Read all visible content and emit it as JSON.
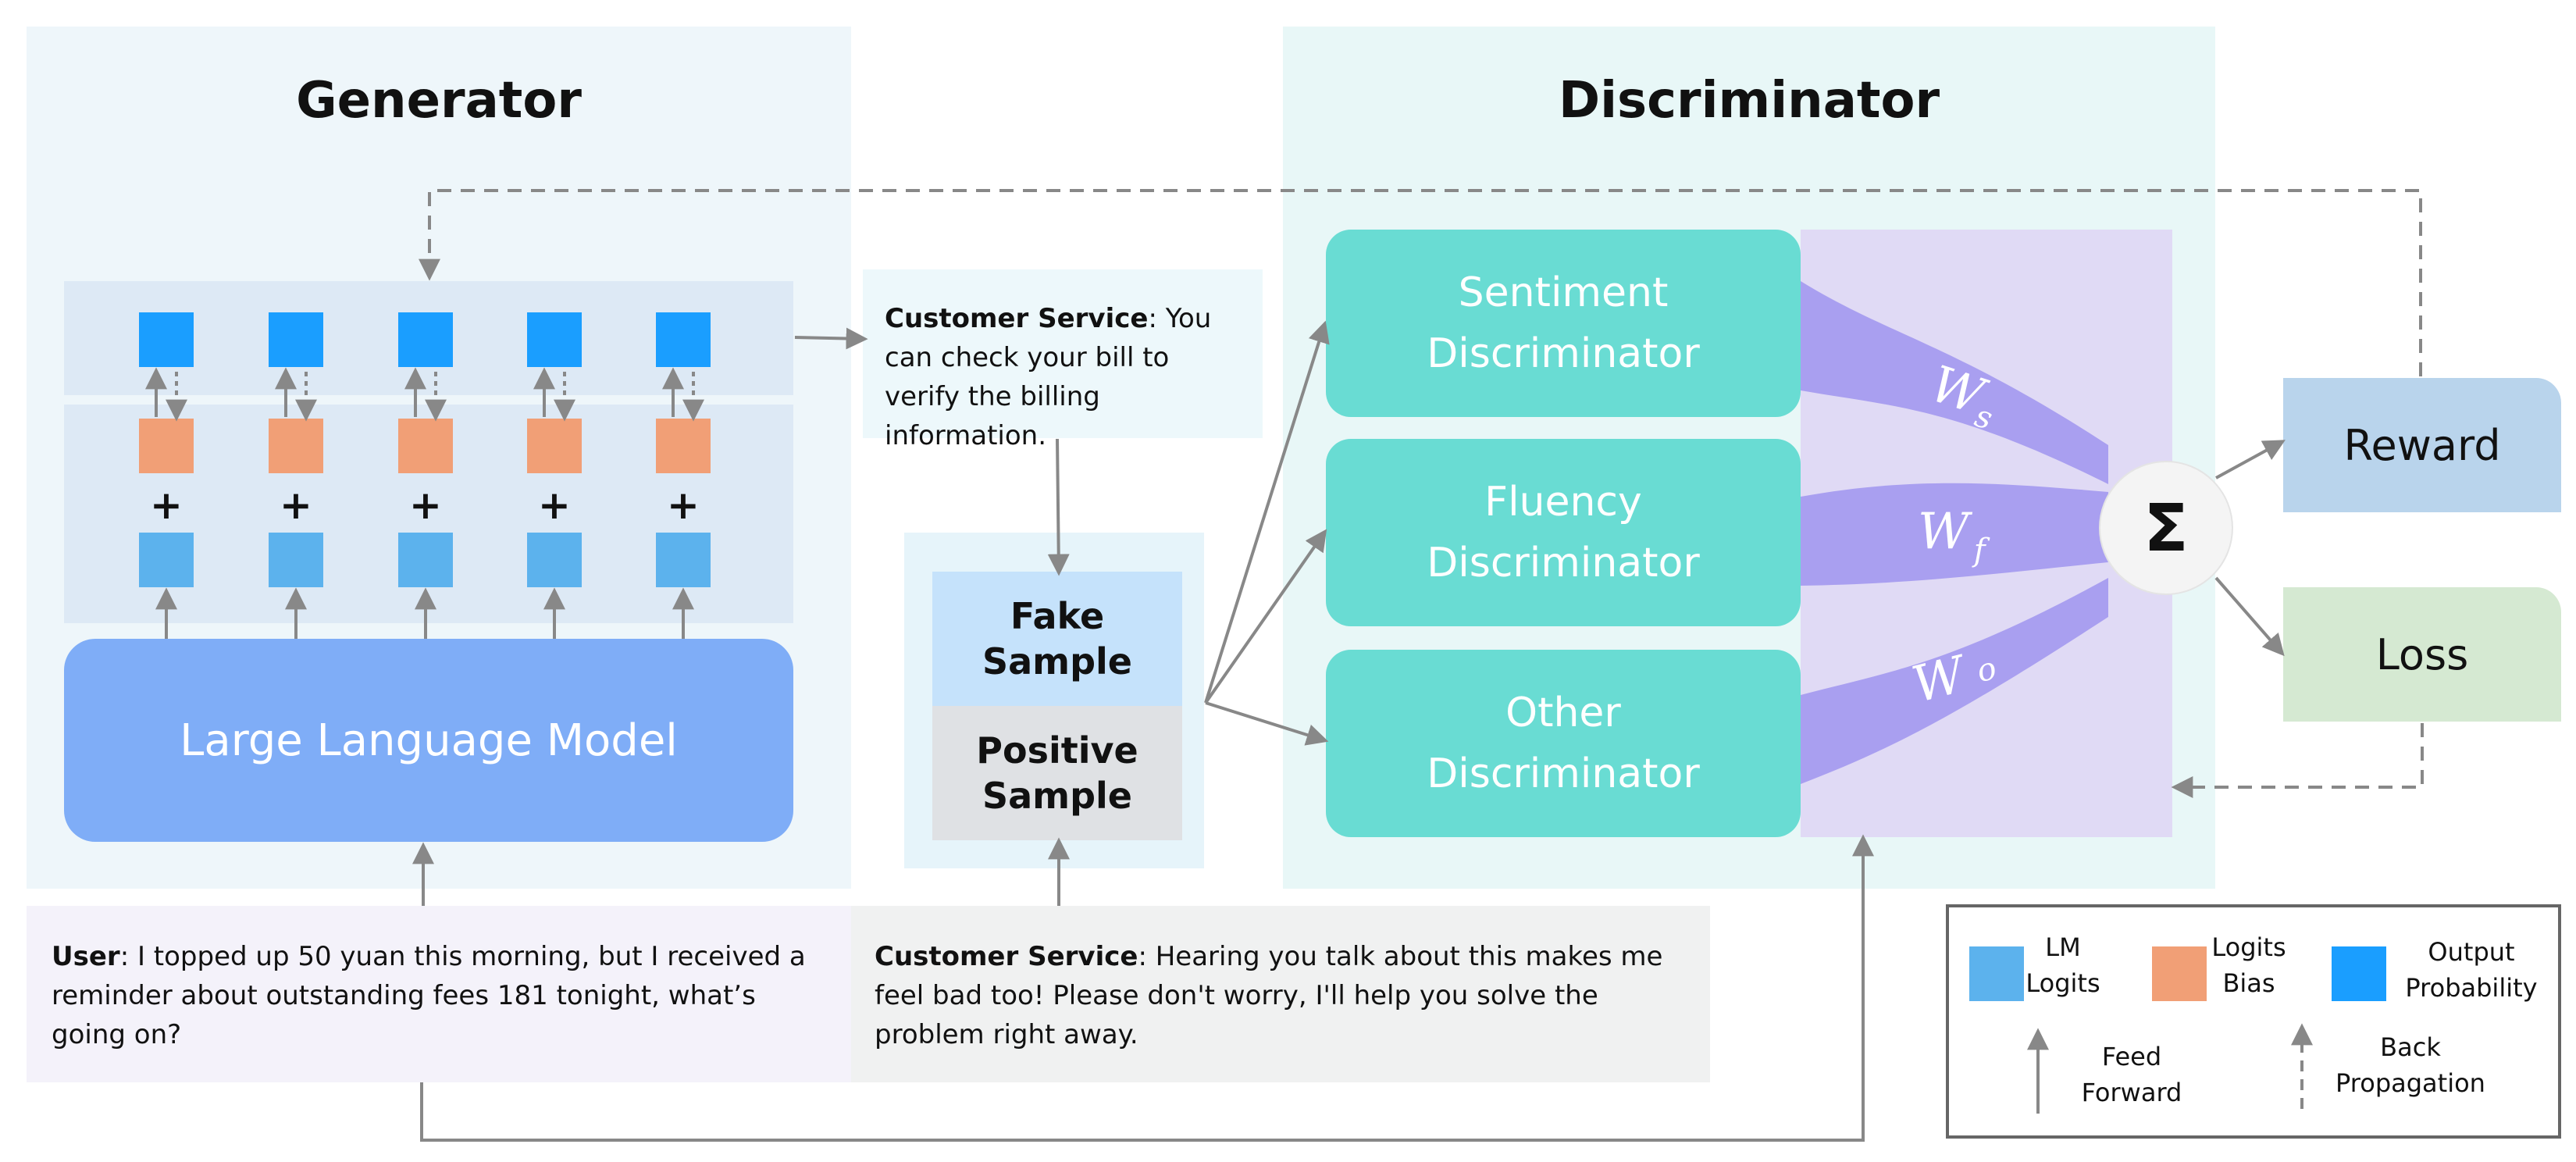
{
  "generator": {
    "title": "Generator",
    "llm_label": "Large Language Model"
  },
  "discriminator": {
    "title": "Discriminator",
    "boxes": [
      {
        "line1": "Sentiment",
        "line2": "Discriminator"
      },
      {
        "line1": "Fluency",
        "line2": "Discriminator"
      },
      {
        "line1": "Other",
        "line2": "Discriminator"
      }
    ],
    "weights": [
      {
        "base": "W",
        "sub": "s"
      },
      {
        "base": "W",
        "sub": "f"
      },
      {
        "base": "W",
        "sub": "o"
      }
    ],
    "sum_symbol": "Σ"
  },
  "cs_generated": {
    "speaker": "Customer Service",
    "text": ": You can check your bill to verify the billing information."
  },
  "samples": {
    "fake_line1": "Fake",
    "fake_line2": "Sample",
    "positive_line1": "Positive",
    "positive_line2": "Sample"
  },
  "outputs": {
    "reward": "Reward",
    "loss": "Loss"
  },
  "user_message": {
    "speaker": "User",
    "text": ": I topped up 50 yuan this morning, but I received a reminder about outstanding fees 181 tonight, what’s going on?"
  },
  "cs_reference": {
    "speaker": "Customer Service",
    "text": ": Hearing you talk about this makes me feel bad too! Please don't worry, I'll help you solve the problem right away."
  },
  "legend": {
    "lm_logits": {
      "line1": "LM",
      "line2": "Logits"
    },
    "logits_bias": {
      "line1": "Logits",
      "line2": "Bias"
    },
    "output_prob": {
      "line1": "Output",
      "line2": "Probability"
    },
    "feed_forward": {
      "line1": "Feed",
      "line2": "Forward"
    },
    "back_prop": {
      "line1": "Back",
      "line2": "Propagation"
    }
  },
  "colors": {
    "lm_logits": "#5cb2ed",
    "logits_bias": "#f19f76",
    "output_probability": "#1a9eff",
    "llm": "#7fadf7",
    "discriminator_box": "#69dcd3",
    "weight_band": "#a99ff0"
  },
  "plus_sign": "+",
  "token_columns": 5
}
